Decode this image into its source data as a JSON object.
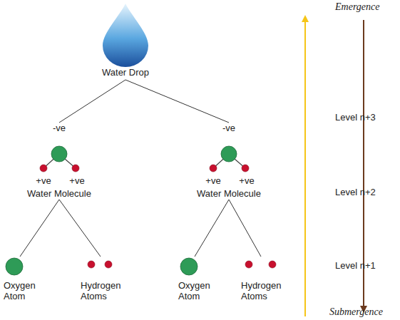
{
  "diagram": {
    "nodes": [
      {
        "text": [
          "Water Drop"
        ]
      },
      {
        "text": [
          "-ve",
          "+ve",
          "+ve",
          "Water Molecule"
        ]
      },
      {
        "text": [
          "-ve",
          "+ve",
          "+ve",
          "Water Molecule"
        ]
      },
      {
        "text": [
          "Oxygen Atom"
        ]
      },
      {
        "text": [
          "Hydrogen Atoms"
        ]
      },
      {
        "text": [
          "Oxygen Atom"
        ]
      },
      {
        "text": [
          "Hydrogen Atoms"
        ]
      }
    ],
    "edges": [
      {
        "from": 0,
        "to": 1,
        "arrow": "none"
      },
      {
        "from": 0,
        "to": 2,
        "arrow": "none"
      },
      {
        "from": 1,
        "to": 3,
        "arrow": "none"
      },
      {
        "from": 1,
        "to": 4,
        "arrow": "none"
      },
      {
        "from": 2,
        "to": 5,
        "arrow": "none"
      },
      {
        "from": 2,
        "to": 6,
        "arrow": "none"
      }
    ],
    "labels": [
      "Emergence",
      "Level n+3",
      "Level n+2",
      "Level n+1",
      "Submergence"
    ]
  }
}
